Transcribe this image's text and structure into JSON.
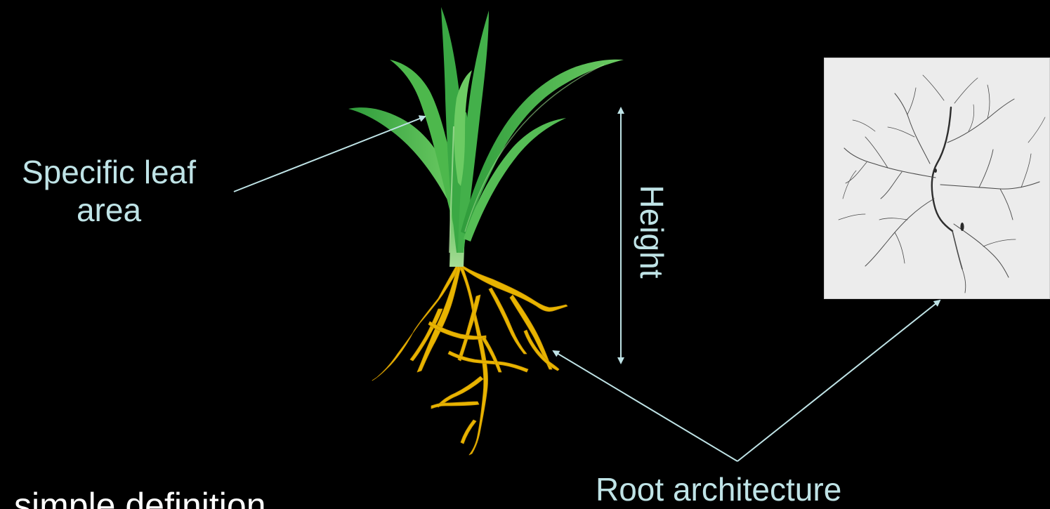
{
  "labels": {
    "specific_leaf_area_line1": "Specific leaf",
    "specific_leaf_area_line2": "area",
    "height": "Height",
    "root_architecture": "Root architecture",
    "cut_off_text": "simple definition"
  },
  "colors": {
    "background": "#000000",
    "label_text": "#bfe3e6",
    "arrow": "#bfe3e6",
    "leaf_light": "#8fd47a",
    "leaf_dark": "#2e9e3a",
    "root": "#e8b400",
    "root_outline": "#c99400",
    "photo_background": "#ececec",
    "photo_roots": "#3a3a3a"
  },
  "icons": {
    "plant": "plant-illustration-icon",
    "root_photo": "root-scan-photo"
  }
}
